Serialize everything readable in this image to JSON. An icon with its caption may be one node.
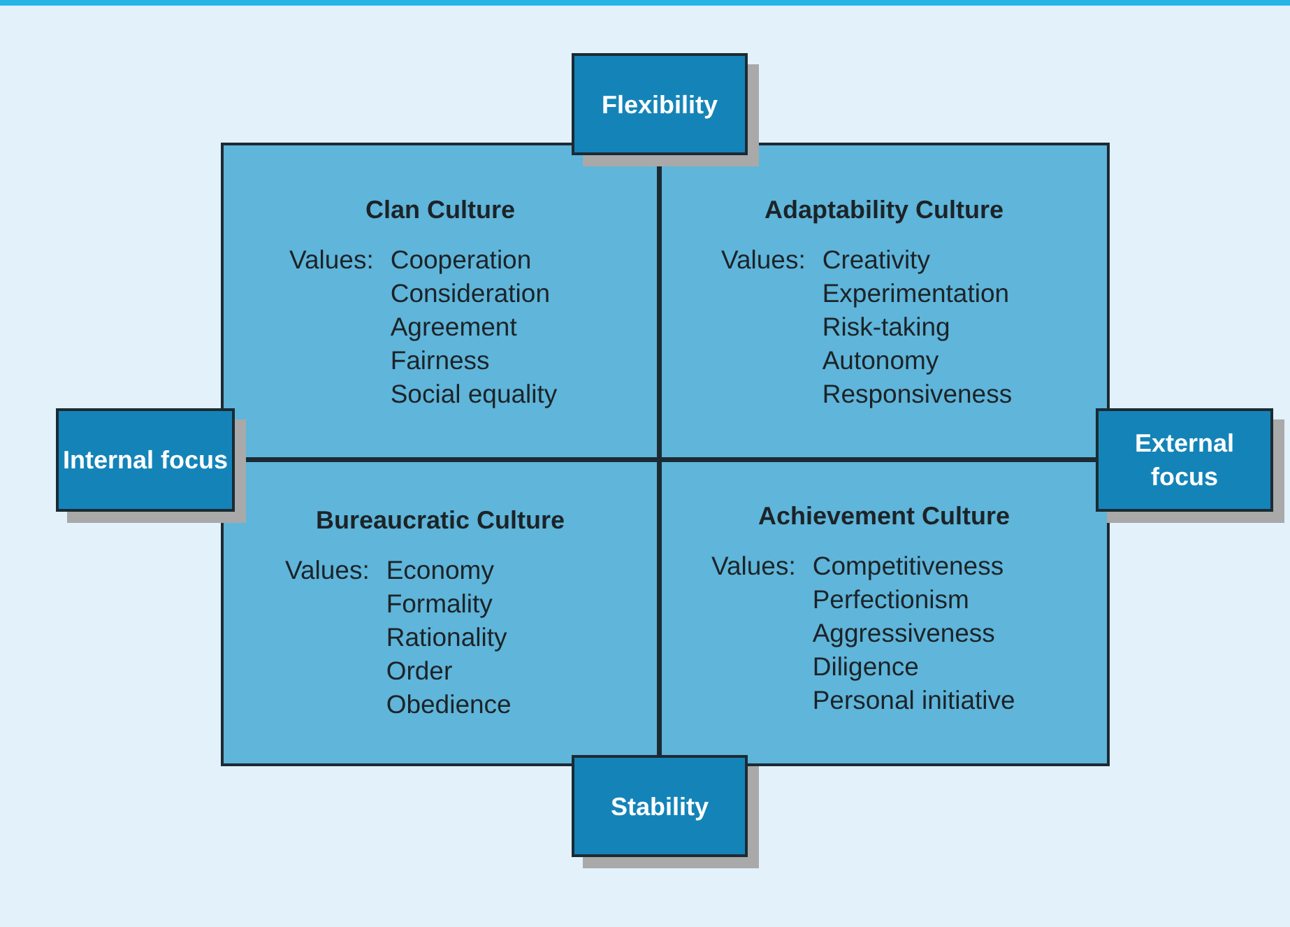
{
  "diagram": {
    "nodes": [
      {
        "text": [
          "Clan Culture",
          "Values:",
          "Cooperation",
          "Consideration",
          "Agreement",
          "Fairness",
          "Social equality"
        ]
      },
      {
        "text": [
          "Adaptability Culture",
          "Values:",
          "Creativity",
          "Experimentation",
          "Risk-taking",
          "Autonomy",
          "Responsiveness"
        ]
      },
      {
        "text": [
          "Bureaucratic Culture",
          "Values:",
          "Economy",
          "Formality",
          "Rationality",
          "Order",
          "Obedience"
        ]
      },
      {
        "text": [
          "Achievement Culture",
          "Values:",
          "Competitiveness",
          "Perfectionism",
          "Aggressiveness",
          "Diligence",
          "Personal initiative"
        ]
      },
      {
        "text": [
          "Flexibility"
        ]
      },
      {
        "text": [
          "Internal focus"
        ]
      },
      {
        "text": [
          "External focus"
        ]
      },
      {
        "text": [
          "Stability"
        ]
      }
    ],
    "edges": [
      {
        "from": 4,
        "to": 7,
        "arrow": "none"
      },
      {
        "from": 5,
        "to": 6,
        "arrow": "none"
      }
    ]
  }
}
